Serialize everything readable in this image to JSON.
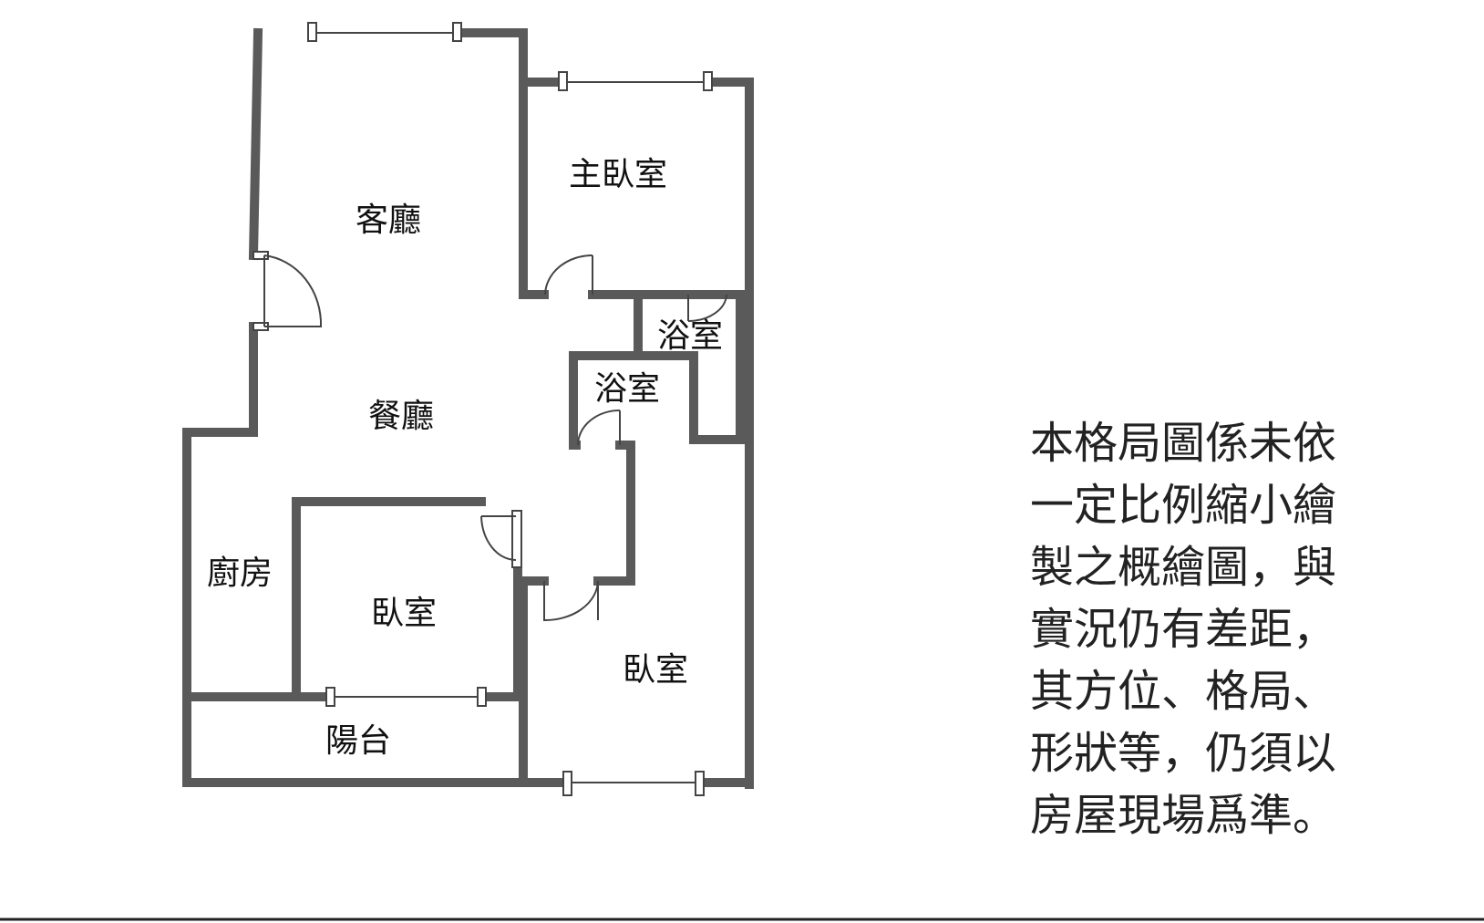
{
  "rooms": {
    "living_room": "客廳",
    "master_bedroom": "主臥室",
    "bathroom_1": "浴室",
    "bathroom_2": "浴室",
    "dining_room": "餐廳",
    "kitchen": "廚房",
    "bedroom_1": "臥室",
    "bedroom_2": "臥室",
    "balcony": "陽台"
  },
  "disclaimer": {
    "lines": [
      "本格局圖係未依",
      "一定比例縮小繪",
      "製之概繪圖，與",
      "實況仍有差距，",
      "其方位、格局、",
      "形狀等，仍須以",
      "房屋現場爲準。"
    ]
  },
  "colors": {
    "wall": "#5a5a5a",
    "text": "#111111",
    "background": "#ffffff"
  }
}
